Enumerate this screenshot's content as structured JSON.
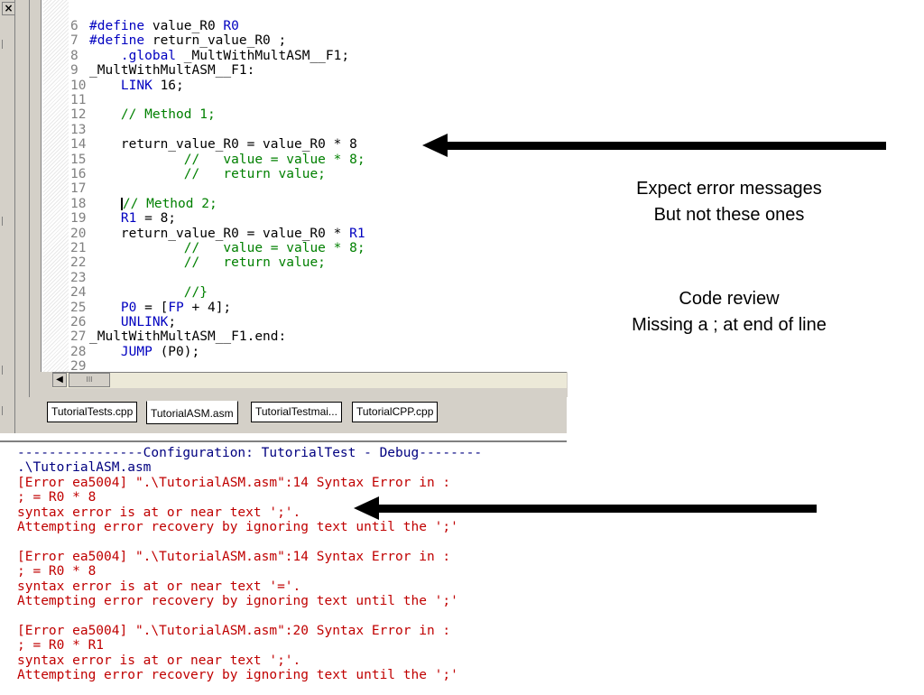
{
  "editor": {
    "lines": [
      {
        "n": "6",
        "parts": [
          {
            "t": "#define",
            "c": "kw"
          },
          {
            "t": " value_R0 "
          },
          {
            "t": "R0",
            "c": "kw"
          }
        ]
      },
      {
        "n": "7",
        "parts": [
          {
            "t": "#define",
            "c": "kw"
          },
          {
            "t": " return_value_R0 ;"
          }
        ]
      },
      {
        "n": "8",
        "parts": [
          {
            "t": "    "
          },
          {
            "t": ".global",
            "c": "kw"
          },
          {
            "t": " _MultWithMultASM__F1;"
          }
        ]
      },
      {
        "n": "9",
        "parts": [
          {
            "t": "_MultWithMultASM__F1:"
          }
        ]
      },
      {
        "n": "10",
        "parts": [
          {
            "t": "    "
          },
          {
            "t": "LINK",
            "c": "kw"
          },
          {
            "t": " 16;"
          }
        ]
      },
      {
        "n": "11",
        "parts": []
      },
      {
        "n": "12",
        "parts": [
          {
            "t": "    "
          },
          {
            "t": "// Method 1;",
            "c": "cm"
          }
        ]
      },
      {
        "n": "13",
        "parts": []
      },
      {
        "n": "14",
        "parts": [
          {
            "t": "    return_value_R0 = value_R0 * 8"
          }
        ]
      },
      {
        "n": "15",
        "parts": [
          {
            "t": "            "
          },
          {
            "t": "//   value = value * 8;",
            "c": "cm"
          }
        ]
      },
      {
        "n": "16",
        "parts": [
          {
            "t": "            "
          },
          {
            "t": "//   return value;",
            "c": "cm"
          }
        ]
      },
      {
        "n": "17",
        "parts": []
      },
      {
        "n": "18",
        "parts": [
          {
            "t": "    "
          },
          {
            "t": "",
            "caret": true
          },
          {
            "t": "// Method 2;",
            "c": "cm"
          }
        ]
      },
      {
        "n": "19",
        "parts": [
          {
            "t": "    "
          },
          {
            "t": "R1",
            "c": "kw"
          },
          {
            "t": " = 8;"
          }
        ]
      },
      {
        "n": "20",
        "parts": [
          {
            "t": "    return_value_R0 = value_R0 * "
          },
          {
            "t": "R1",
            "c": "kw"
          }
        ]
      },
      {
        "n": "21",
        "parts": [
          {
            "t": "            "
          },
          {
            "t": "//   value = value * 8;",
            "c": "cm"
          }
        ]
      },
      {
        "n": "22",
        "parts": [
          {
            "t": "            "
          },
          {
            "t": "//   return value;",
            "c": "cm"
          }
        ]
      },
      {
        "n": "23",
        "parts": []
      },
      {
        "n": "24",
        "parts": [
          {
            "t": "            "
          },
          {
            "t": "//}",
            "c": "cm"
          }
        ]
      },
      {
        "n": "25",
        "parts": [
          {
            "t": "    "
          },
          {
            "t": "P0",
            "c": "kw"
          },
          {
            "t": " = ["
          },
          {
            "t": "FP",
            "c": "kw"
          },
          {
            "t": " + 4];"
          }
        ]
      },
      {
        "n": "26",
        "parts": [
          {
            "t": "    "
          },
          {
            "t": "UNLINK",
            "c": "kw"
          },
          {
            "t": ";"
          }
        ]
      },
      {
        "n": "27",
        "parts": [
          {
            "t": "_MultWithMultASM__F1.end:"
          }
        ]
      },
      {
        "n": "28",
        "parts": [
          {
            "t": "    "
          },
          {
            "t": "JUMP",
            "c": "kw"
          },
          {
            "t": " (P0);"
          }
        ]
      },
      {
        "n": "29",
        "parts": []
      }
    ],
    "scroll_thumb": "III"
  },
  "tabs": [
    {
      "label": "TutorialTests.cpp",
      "active": false
    },
    {
      "label": "TutorialASM.asm",
      "active": true
    },
    {
      "label": "TutorialTestmai...",
      "active": false
    },
    {
      "label": "TutorialCPP.cpp",
      "active": false
    }
  ],
  "output": {
    "lines": [
      {
        "t": "----------------Configuration: TutorialTest - Debug--------",
        "c": "blue"
      },
      {
        "t": ".\\TutorialASM.asm",
        "c": "blue"
      },
      {
        "t": "[Error ea5004] \".\\TutorialASM.asm\":14 Syntax Error in :",
        "c": "red"
      },
      {
        "t": "; = R0 * 8",
        "c": "red"
      },
      {
        "t": "syntax error is at or near text ';'.",
        "c": "red"
      },
      {
        "t": "Attempting error recovery by ignoring text until the ';'",
        "c": "red"
      },
      {
        "t": "",
        "c": "red"
      },
      {
        "t": "[Error ea5004] \".\\TutorialASM.asm\":14 Syntax Error in :",
        "c": "red"
      },
      {
        "t": "; = R0 * 8",
        "c": "red"
      },
      {
        "t": "syntax error is at or near text '='.",
        "c": "red"
      },
      {
        "t": "Attempting error recovery by ignoring text until the ';'",
        "c": "red"
      },
      {
        "t": "",
        "c": "red"
      },
      {
        "t": "[Error ea5004] \".\\TutorialASM.asm\":20 Syntax Error in :",
        "c": "red"
      },
      {
        "t": "; = R0 * R1",
        "c": "red"
      },
      {
        "t": "syntax error is at or near text ';'.",
        "c": "red"
      },
      {
        "t": "Attempting error recovery by ignoring text until the ';'",
        "c": "red"
      }
    ]
  },
  "annotations": {
    "note1_line1": "Expect error messages",
    "note1_line2": "But not these ones",
    "note2_line1": "Code review",
    "note2_line2": "Missing a ; at end of line"
  },
  "left_strip": {
    "close_glyph": "×"
  }
}
